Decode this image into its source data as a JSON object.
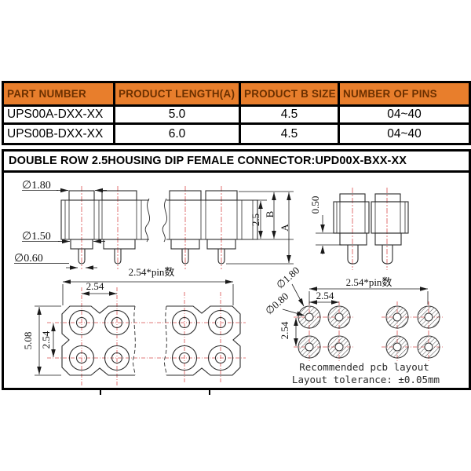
{
  "table": {
    "headers": [
      "PART NUMBER",
      "PRODUCT LENGTH(A)",
      "PRODUCT B SIZE",
      "NUMBER OF PINS"
    ],
    "rows": [
      {
        "part_number": "UPS00A-DXX-XX",
        "length": "5.0",
        "b_size": "4.5",
        "pins": "04~40"
      },
      {
        "part_number": "UPS00B-DXX-XX",
        "length": "6.0",
        "b_size": "4.5",
        "pins": "04~40"
      }
    ]
  },
  "title": "DOUBLE ROW 2.5HOUSING DIP FEMALE CONNECTOR:UPD00X-BXX-XX",
  "side_view": {
    "dia_180": "∅1.80",
    "dia_150": "∅1.50",
    "dia_060": "∅0.60",
    "body_height": "2.5",
    "dim_b": "B",
    "dim_a": "A"
  },
  "end_view": {
    "standoff": "0.50"
  },
  "footprint": {
    "total_pitch": "2.54*pin数",
    "pitch": "2.54",
    "row_span": "5.08",
    "row_pitch": "2.54"
  },
  "pcb_layout": {
    "total_pitch": "2.54*pin数",
    "pitch": "2.54",
    "row_pitch": "2.54",
    "pad_dia": "∅1.80",
    "hole_dia": "∅0.80",
    "note1": "Recommended pcb layout",
    "note2": "Layout tolerance: ±0.05mm"
  },
  "colors": {
    "header_bg": "#E87E2C",
    "header_text": "#6B3000",
    "drawing_line": "#2B2B2B",
    "centerline_red": "#D94F4F"
  }
}
